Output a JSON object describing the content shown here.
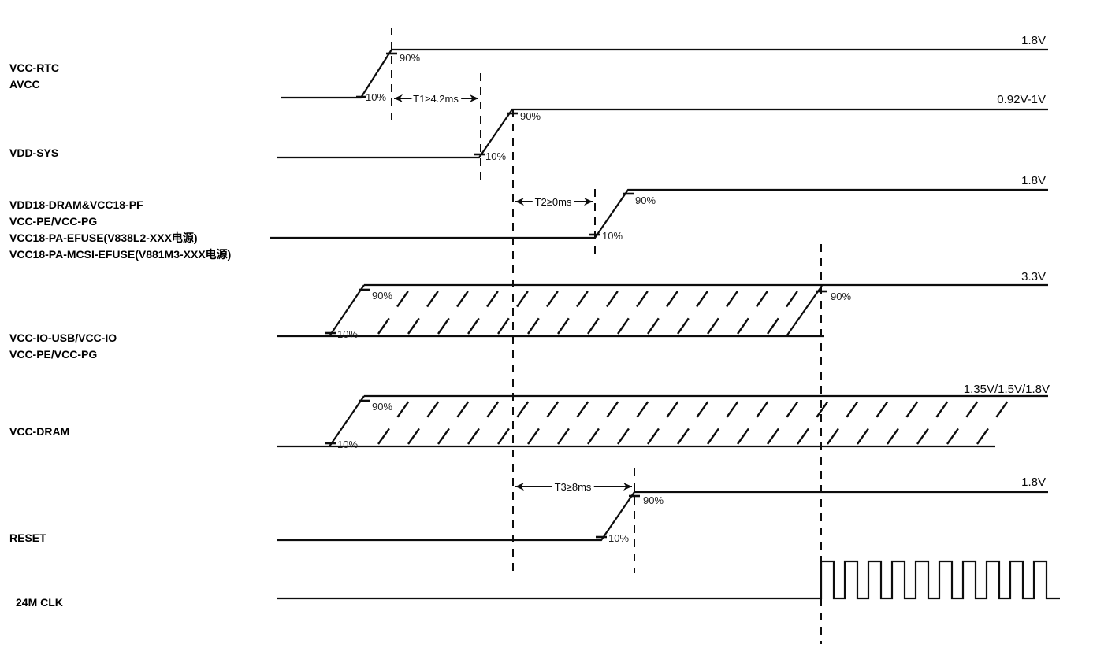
{
  "signals": [
    {
      "names": [
        "VCC-RTC",
        "AVCC"
      ],
      "voltage": "1.8V"
    },
    {
      "names": [
        "VDD-SYS"
      ],
      "voltage": "0.92V-1V"
    },
    {
      "names": [
        "VDD18-DRAM&VCC18-PF",
        "VCC-PE/VCC-PG",
        "VCC18-PA-EFUSE(V838L2-XXX电源)",
        "VCC18-PA-MCSI-EFUSE(V881M3-XXX电源)"
      ],
      "voltage": "1.8V"
    },
    {
      "names": [
        "VCC-IO-USB/VCC-IO",
        "VCC-PE/VCC-PG"
      ],
      "voltage": "3.3V"
    },
    {
      "names": [
        "VCC-DRAM"
      ],
      "voltage": "1.35V/1.5V/1.8V"
    },
    {
      "names": [
        "RESET"
      ],
      "voltage": "1.8V"
    },
    {
      "names": [
        "24M CLK"
      ]
    }
  ],
  "markers": {
    "p90": "90%",
    "p10": "10%"
  },
  "timings": [
    {
      "label": "T1≥4.2ms"
    },
    {
      "label": "T2≥0ms"
    },
    {
      "label": "T3≥8ms"
    }
  ]
}
